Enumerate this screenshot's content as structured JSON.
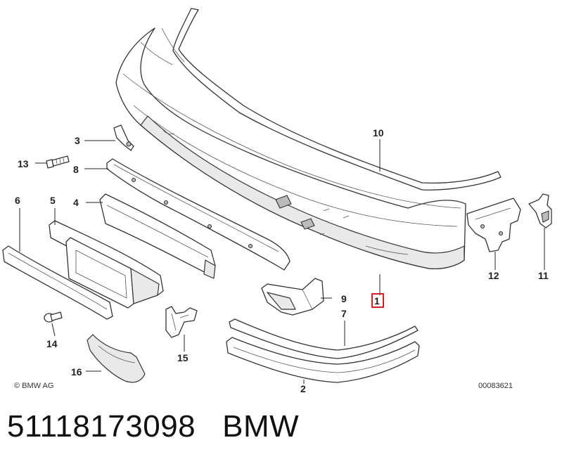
{
  "diagram": {
    "callouts": [
      "1",
      "2",
      "3",
      "4",
      "5",
      "6",
      "7",
      "8",
      "9",
      "10",
      "11",
      "12",
      "13",
      "14",
      "15",
      "16"
    ],
    "highlight_callout": "1",
    "highlight_color": "#d0202a",
    "copyright": "© BMW AG",
    "image_number": "00083621"
  },
  "caption": {
    "part_number": "51118173098",
    "brand": "BMW"
  }
}
